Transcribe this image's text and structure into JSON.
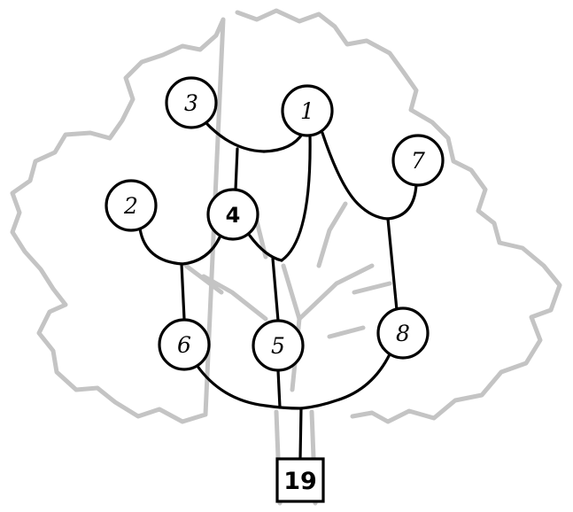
{
  "diagram": {
    "background": "tree-silhouette",
    "colors": {
      "tree_outline": "#c4c4c4",
      "stroke": "#000000",
      "fill": "#ffffff"
    },
    "root": {
      "label": "19"
    },
    "nodes": [
      {
        "id": "n1",
        "label": "1",
        "style": "italic"
      },
      {
        "id": "n2",
        "label": "2",
        "style": "italic"
      },
      {
        "id": "n3",
        "label": "3",
        "style": "italic"
      },
      {
        "id": "n4",
        "label": "4",
        "style": "bold"
      },
      {
        "id": "n5",
        "label": "5",
        "style": "italic"
      },
      {
        "id": "n6",
        "label": "6",
        "style": "italic"
      },
      {
        "id": "n7",
        "label": "7",
        "style": "italic"
      },
      {
        "id": "n8",
        "label": "8",
        "style": "italic"
      }
    ]
  }
}
